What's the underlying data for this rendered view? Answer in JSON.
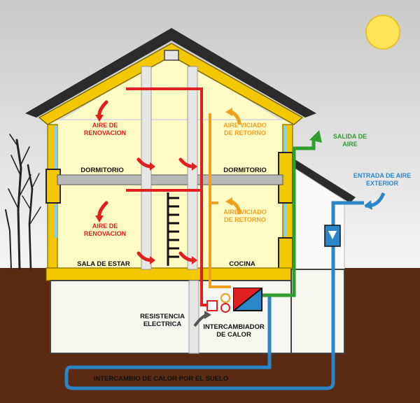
{
  "colors": {
    "sky_top": "#c9c9c9",
    "sky_bottom": "#f5f5f5",
    "ground": "#5a2a12",
    "roof": "#2b2b2b",
    "insulation": "#f4c800",
    "interior": "#fffbc4",
    "basement": "#f7f7f2",
    "fresh_air": "#e02020",
    "stale_air": "#f0a020",
    "exhaust": "#2f9d2f",
    "intake": "#2b86c8",
    "sun": "#ffe45a"
  },
  "labels": {
    "fresh_air_top": [
      "AIRE DE",
      "RENOVACION"
    ],
    "fresh_air_bottom": [
      "AIRE DE",
      "RENOVACION"
    ],
    "stale_air_top": [
      "AIRE VICIADO",
      "DE RETORNO"
    ],
    "stale_air_bottom": [
      "AIRE VICIADO",
      "DE RETORNO"
    ],
    "bedroom_left": "DORMITORIO",
    "bedroom_right": "DORMITORIO",
    "living_room": "SALA DE ESTAR",
    "kitchen": "COCINA",
    "exhaust_air": [
      "SALIDA DE",
      "AIRE"
    ],
    "intake_air": [
      "ENTRADA DE AIRE",
      "EXTERIOR"
    ],
    "electric_heater": [
      "RESISTENCIA",
      "ELECTRICA"
    ],
    "heat_exchanger": [
      "INTERCAMBIADOR",
      "DE CALOR"
    ],
    "ground_exchange": "INTERCAMBIO DE CALOR POR EL SUELO"
  }
}
